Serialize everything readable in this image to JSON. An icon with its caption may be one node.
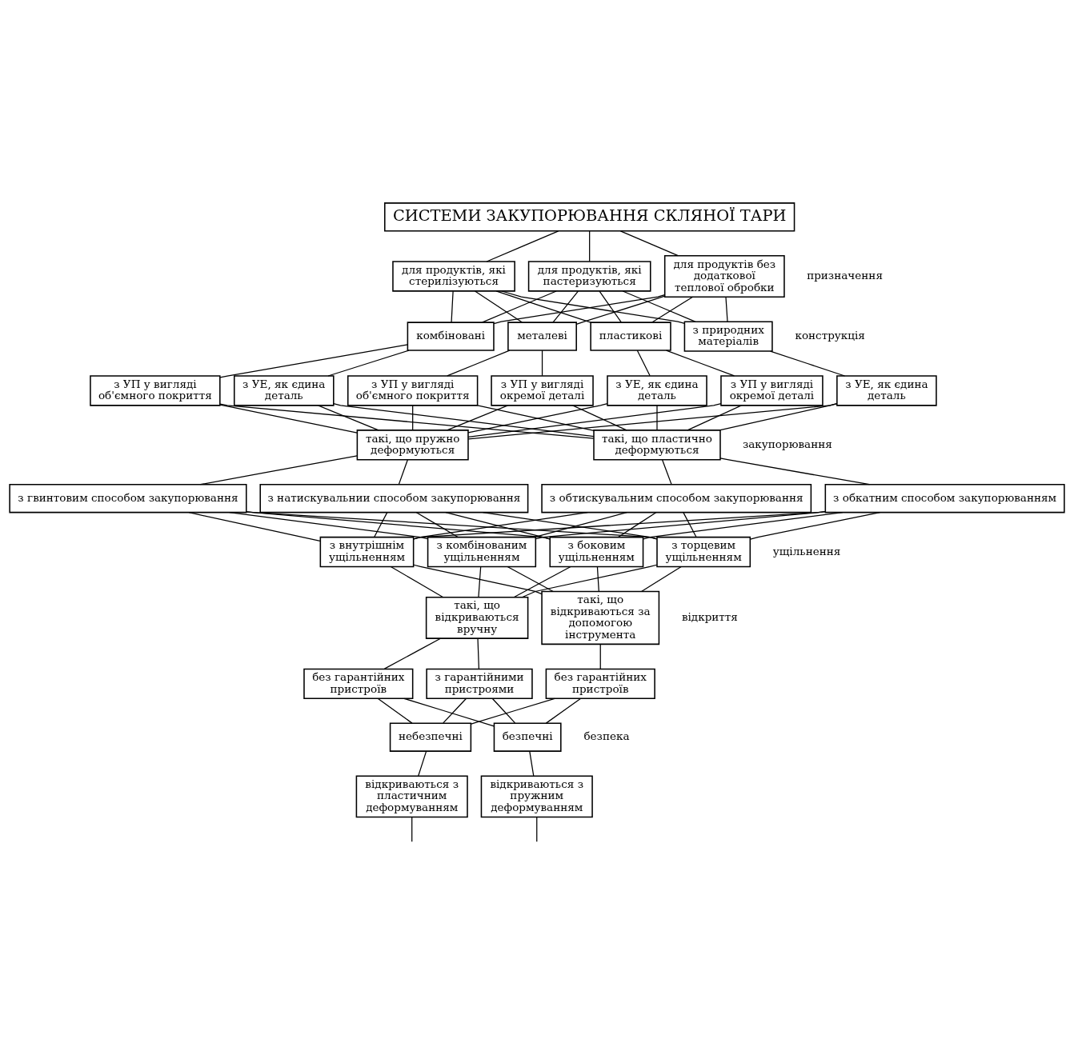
{
  "diagram": {
    "nodes": [
      {
        "text": [
          "СИСТЕМИ ЗАКУПОРЮВАННЯ СКЛЯНОЇ ТАРИ"
        ]
      },
      {
        "text": [
          "для продуктів, які стерилізуються"
        ]
      },
      {
        "text": [
          "для продуктів, які пастеризуються"
        ]
      },
      {
        "text": [
          "для продуктів без додаткової теплової обробки"
        ]
      },
      {
        "text": [
          "комбіновані"
        ]
      },
      {
        "text": [
          "металеві"
        ]
      },
      {
        "text": [
          "пластикові"
        ]
      },
      {
        "text": [
          "з природних матеріалів"
        ]
      },
      {
        "text": [
          "з УЕ, як єдина деталь"
        ]
      },
      {
        "text": [
          "з УП у вигляді об'ємного покриття"
        ]
      },
      {
        "text": [
          "з УП у вигляді окремої деталі"
        ]
      },
      {
        "text": [
          "з УП у вигляді об'ємного покриття"
        ]
      },
      {
        "text": [
          "з УП у вигляді окремої деталі"
        ]
      },
      {
        "text": [
          "з УЕ, як єдина деталь"
        ]
      },
      {
        "text": [
          "з УЕ, як єдина деталь"
        ]
      },
      {
        "text": [
          "такі, що пружно деформуються"
        ]
      },
      {
        "text": [
          "такі, що пластично деформуються"
        ]
      },
      {
        "text": [
          "з гвинтовим способом закупорювання"
        ]
      },
      {
        "text": [
          "з натискувальнии способом закупорювання"
        ]
      },
      {
        "text": [
          "з обтискувальним способом закупорювання"
        ]
      },
      {
        "text": [
          "з обкатним способом закупорюванням"
        ]
      },
      {
        "text": [
          "з боковим ущільненням"
        ]
      },
      {
        "text": [
          "з торцевим ущільненням"
        ]
      },
      {
        "text": [
          "з внутрішнім ущільненням"
        ]
      },
      {
        "text": [
          "з комбінованим ущільненням"
        ]
      },
      {
        "text": [
          "такі, що відкриваються вручну"
        ]
      },
      {
        "text": [
          "такі, що відкриваються за допомогою інструмента"
        ]
      },
      {
        "text": [
          "з гарантійними пристроями"
        ]
      },
      {
        "text": [
          "без гарантійних пристроїв"
        ]
      },
      {
        "text": [
          "без гарантійних пристроїв"
        ]
      },
      {
        "text": [
          "небезпечні"
        ]
      },
      {
        "text": [
          "безпечні"
        ]
      },
      {
        "text": [
          "відкриваються з пластичним деформуванням"
        ]
      },
      {
        "text": [
          "відкриваються з пружним деформуванням"
        ]
      }
    ],
    "edges": [
      {
        "from": 0,
        "to": 1,
        "arrow": "none"
      },
      {
        "from": 0,
        "to": 2,
        "arrow": "none"
      },
      {
        "from": 0,
        "to": 3,
        "arrow": "none"
      },
      {
        "from": 1,
        "to": 4,
        "arrow": "none"
      },
      {
        "from": 1,
        "to": 5,
        "arrow": "none"
      },
      {
        "from": 1,
        "to": 6,
        "arrow": "none"
      },
      {
        "from": 1,
        "to": 7,
        "arrow": "none"
      },
      {
        "from": 2,
        "to": 4,
        "arrow": "none"
      },
      {
        "from": 2,
        "to": 5,
        "arrow": "none"
      },
      {
        "from": 2,
        "to": 6,
        "arrow": "none"
      },
      {
        "from": 2,
        "to": 7,
        "arrow": "none"
      },
      {
        "from": 3,
        "to": 4,
        "arrow": "none"
      },
      {
        "from": 3,
        "to": 5,
        "arrow": "none"
      },
      {
        "from": 3,
        "to": 6,
        "arrow": "none"
      },
      {
        "from": 3,
        "to": 7,
        "arrow": "none"
      },
      {
        "from": 4,
        "to": 8,
        "arrow": "none"
      },
      {
        "from": 4,
        "to": 9,
        "arrow": "none"
      },
      {
        "from": 5,
        "to": 10,
        "arrow": "none"
      },
      {
        "from": 5,
        "to": 11,
        "arrow": "none"
      },
      {
        "from": 6,
        "to": 12,
        "arrow": "none"
      },
      {
        "from": 6,
        "to": 13,
        "arrow": "none"
      },
      {
        "from": 7,
        "to": 14,
        "arrow": "none"
      },
      {
        "from": 8,
        "to": 15,
        "arrow": "none"
      },
      {
        "from": 8,
        "to": 16,
        "arrow": "none"
      },
      {
        "from": 9,
        "to": 15,
        "arrow": "none"
      },
      {
        "from": 9,
        "to": 16,
        "arrow": "none"
      },
      {
        "from": 10,
        "to": 15,
        "arrow": "none"
      },
      {
        "from": 10,
        "to": 16,
        "arrow": "none"
      },
      {
        "from": 11,
        "to": 15,
        "arrow": "none"
      },
      {
        "from": 11,
        "to": 16,
        "arrow": "none"
      },
      {
        "from": 12,
        "to": 15,
        "arrow": "none"
      },
      {
        "from": 12,
        "to": 16,
        "arrow": "none"
      },
      {
        "from": 13,
        "to": 15,
        "arrow": "none"
      },
      {
        "from": 13,
        "to": 16,
        "arrow": "none"
      },
      {
        "from": 14,
        "to": 15,
        "arrow": "none"
      },
      {
        "from": 14,
        "to": 16,
        "arrow": "none"
      },
      {
        "from": 15,
        "to": 17,
        "arrow": "none"
      },
      {
        "from": 15,
        "to": 18,
        "arrow": "none"
      },
      {
        "from": 16,
        "to": 19,
        "arrow": "none"
      },
      {
        "from": 16,
        "to": 20,
        "arrow": "none"
      },
      {
        "from": 17,
        "to": 21,
        "arrow": "none"
      },
      {
        "from": 17,
        "to": 22,
        "arrow": "none"
      },
      {
        "from": 17,
        "to": 23,
        "arrow": "none"
      },
      {
        "from": 17,
        "to": 24,
        "arrow": "none"
      },
      {
        "from": 18,
        "to": 21,
        "arrow": "none"
      },
      {
        "from": 18,
        "to": 22,
        "arrow": "none"
      },
      {
        "from": 18,
        "to": 23,
        "arrow": "none"
      },
      {
        "from": 18,
        "to": 24,
        "arrow": "none"
      },
      {
        "from": 19,
        "to": 21,
        "arrow": "none"
      },
      {
        "from": 19,
        "to": 22,
        "arrow": "none"
      },
      {
        "from": 19,
        "to": 23,
        "arrow": "none"
      },
      {
        "from": 19,
        "to": 24,
        "arrow": "none"
      },
      {
        "from": 20,
        "to": 21,
        "arrow": "none"
      },
      {
        "from": 20,
        "to": 22,
        "arrow": "none"
      },
      {
        "from": 20,
        "to": 23,
        "arrow": "none"
      },
      {
        "from": 20,
        "to": 24,
        "arrow": "none"
      },
      {
        "from": 21,
        "to": 25,
        "arrow": "none"
      },
      {
        "from": 21,
        "to": 26,
        "arrow": "none"
      },
      {
        "from": 22,
        "to": 25,
        "arrow": "none"
      },
      {
        "from": 22,
        "to": 26,
        "arrow": "none"
      },
      {
        "from": 23,
        "to": 25,
        "arrow": "none"
      },
      {
        "from": 23,
        "to": 26,
        "arrow": "none"
      },
      {
        "from": 24,
        "to": 25,
        "arrow": "none"
      },
      {
        "from": 24,
        "to": 26,
        "arrow": "none"
      },
      {
        "from": 25,
        "to": 27,
        "arrow": "none"
      },
      {
        "from": 25,
        "to": 28,
        "arrow": "none"
      },
      {
        "from": 26,
        "to": 29,
        "arrow": "none"
      },
      {
        "from": 27,
        "to": 30,
        "arrow": "none"
      },
      {
        "from": 27,
        "to": 31,
        "arrow": "none"
      },
      {
        "from": 28,
        "to": 30,
        "arrow": "none"
      },
      {
        "from": 28,
        "to": 31,
        "arrow": "none"
      },
      {
        "from": 29,
        "to": 30,
        "arrow": "none"
      },
      {
        "from": 29,
        "to": 31,
        "arrow": "none"
      },
      {
        "from": 30,
        "to": 32,
        "arrow": "none"
      },
      {
        "from": 31,
        "to": 33,
        "arrow": "none"
      },
      {
        "from": 32,
        "to": null,
        "arrow": "none"
      },
      {
        "from": 33,
        "to": null,
        "arrow": "none"
      }
    ],
    "labels": [
      "призначення",
      "конструкція",
      "закупорювання",
      "ущільнення",
      "відкриття",
      "безпека"
    ]
  }
}
